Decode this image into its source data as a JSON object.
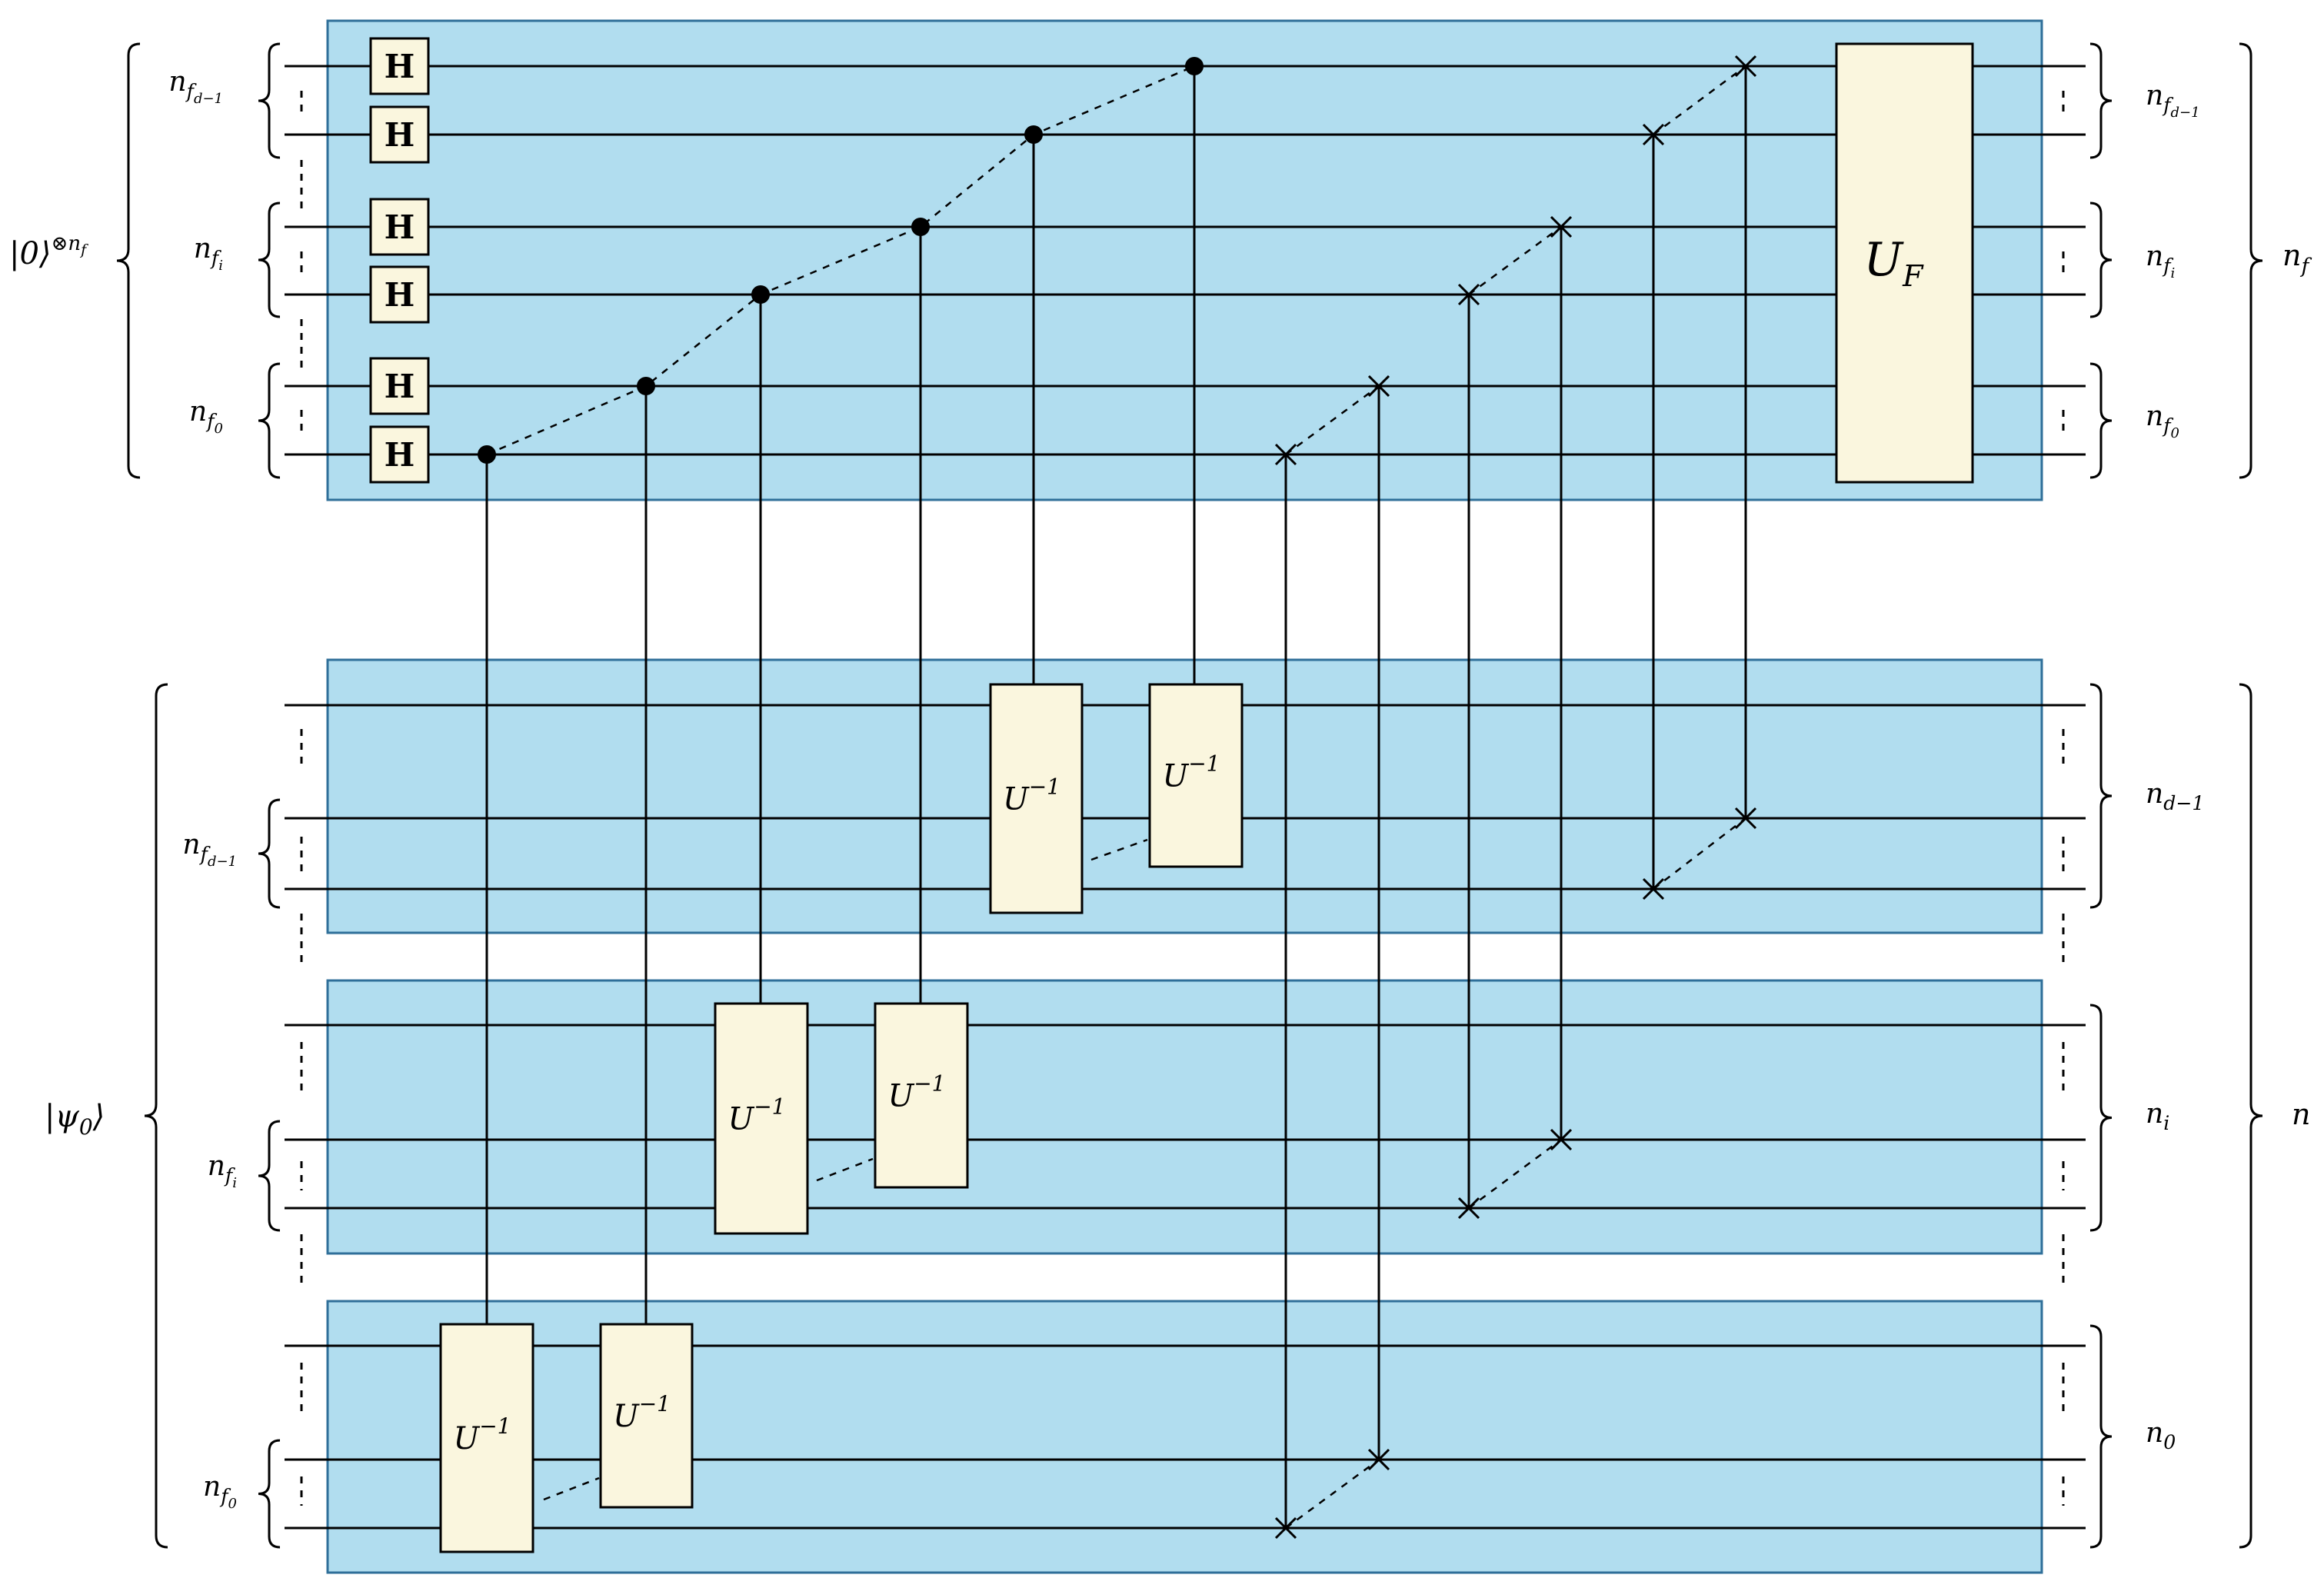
{
  "colors": {
    "panel_fill": "#b1ddef",
    "panel_stroke": "#2f6f99",
    "gate_fill": "#faf6de",
    "wire": "#000000"
  },
  "labels": {
    "ket_zero_main": "|0⟩",
    "ket_zero_sup": "⊗n",
    "ket_zero_supsub": "f",
    "ket_psi_main": "|ψ",
    "ket_psi_sub": "0",
    "ket_psi_close": "⟩",
    "h_gate": "H",
    "uf_main": "U",
    "uf_sub": "F",
    "uinv_main": "U",
    "uinv_sup": "−1"
  },
  "left_control_labels": [
    {
      "main": "n",
      "sub": "f",
      "subsub": "d−1"
    },
    {
      "main": "n",
      "sub": "f",
      "subsub": "i"
    },
    {
      "main": "n",
      "sub": "f",
      "subsub": "0"
    }
  ],
  "left_target_labels": [
    {
      "main": "n",
      "sub": "f",
      "subsub": "d−1"
    },
    {
      "main": "n",
      "sub": "f",
      "subsub": "i"
    },
    {
      "main": "n",
      "sub": "f",
      "subsub": "0"
    }
  ],
  "right_control_labels": [
    {
      "main": "n",
      "sub": "f",
      "subsub": "d−1"
    },
    {
      "main": "n",
      "sub": "f",
      "subsub": "i"
    },
    {
      "main": "n",
      "sub": "f",
      "subsub": "0"
    }
  ],
  "right_target_labels": [
    {
      "main": "n",
      "sub": "d−1"
    },
    {
      "main": "n",
      "sub": "i"
    },
    {
      "main": "n",
      "sub": "0"
    }
  ],
  "right_outer_labels": {
    "top_main": "n",
    "top_sub": "f",
    "bottom_main": "n"
  }
}
